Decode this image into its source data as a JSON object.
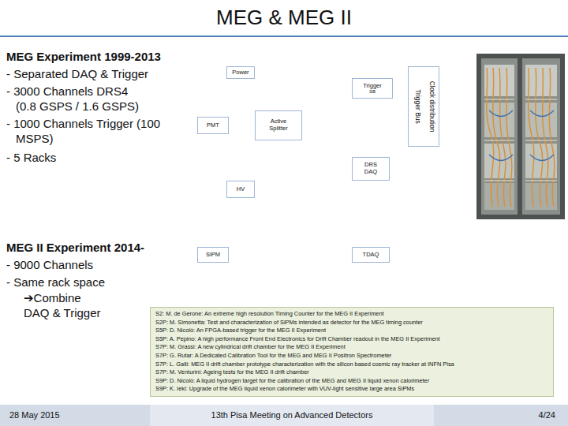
{
  "diagram": {
    "title": "MEG & MEG II",
    "nodes": [
      {
        "text": [
          "Power"
        ]
      },
      {
        "text": [
          "Trigger",
          "SB"
        ]
      },
      {
        "text": [
          "Clock distribution",
          "Trigger Bus"
        ]
      },
      {
        "text": [
          "PMT"
        ]
      },
      {
        "text": [
          "Active Splitter"
        ]
      },
      {
        "text": [
          "DRS DAQ"
        ]
      },
      {
        "text": [
          "HV"
        ]
      },
      {
        "text": [
          "SiPM"
        ]
      },
      {
        "text": [
          "TDAQ"
        ]
      },
      {
        "text": [
          "S2: M. de Gerone: An extreme high resolution Timing Counter for the MEG II Experiment",
          "S2P: M. Simonetta: Test and characterization of SiPMs intended as detector for the MEG timing counter",
          "S5P: D. Nicolò: An FPGA-based trigger for the MEG II Experiment",
          "S5P: A. Pepino: A high performance Front End Electronics for Drift Chamber readout in the MEG II Experiment",
          "S7P: M. Grassi: A new cylindrical drift chamber for the MEG II Experiment",
          "S7P: G. Rutar: A Dedicated Calibration Tool for the MEG and MEG II Positron Spectrometer",
          "S7P: L. Galli: MEG II drift chamber prototype characterization with the silicon based cosmic ray tracker at INFN Pisa",
          "S7P: M. Venturini: Ageing tests for the MEG II drift chamber",
          "S9P: D. Nicolò: A liquid hydrogen target for the calibration of the MEG and MEG II liquid xenon calorimeter",
          "S9P: K. Ieki: Upgrade of the MEG liquid xenon calorimeter with VUV-light sensitive large area SiPMs"
        ]
      },
      {
        "text": [
          "28 May 2015"
        ]
      },
      {
        "text": [
          "13th Pisa Meeting on Advanced Detectors"
        ]
      },
      {
        "text": [
          "4/24"
        ]
      }
    ],
    "labels": [
      "MEG Experiment 1999-2013",
      "- Separated DAQ & Trigger",
      "- 3000 Channels DRS4 (0.8 GSPS / 1.6 GSPS)",
      "- 1000 Channels Trigger (100 MSPS)",
      "- 5 Racks",
      "MEG II Experiment 2014-",
      "- 9000 Channels",
      "- Same rack space",
      "➔Combine DAQ & Trigger"
    ]
  }
}
